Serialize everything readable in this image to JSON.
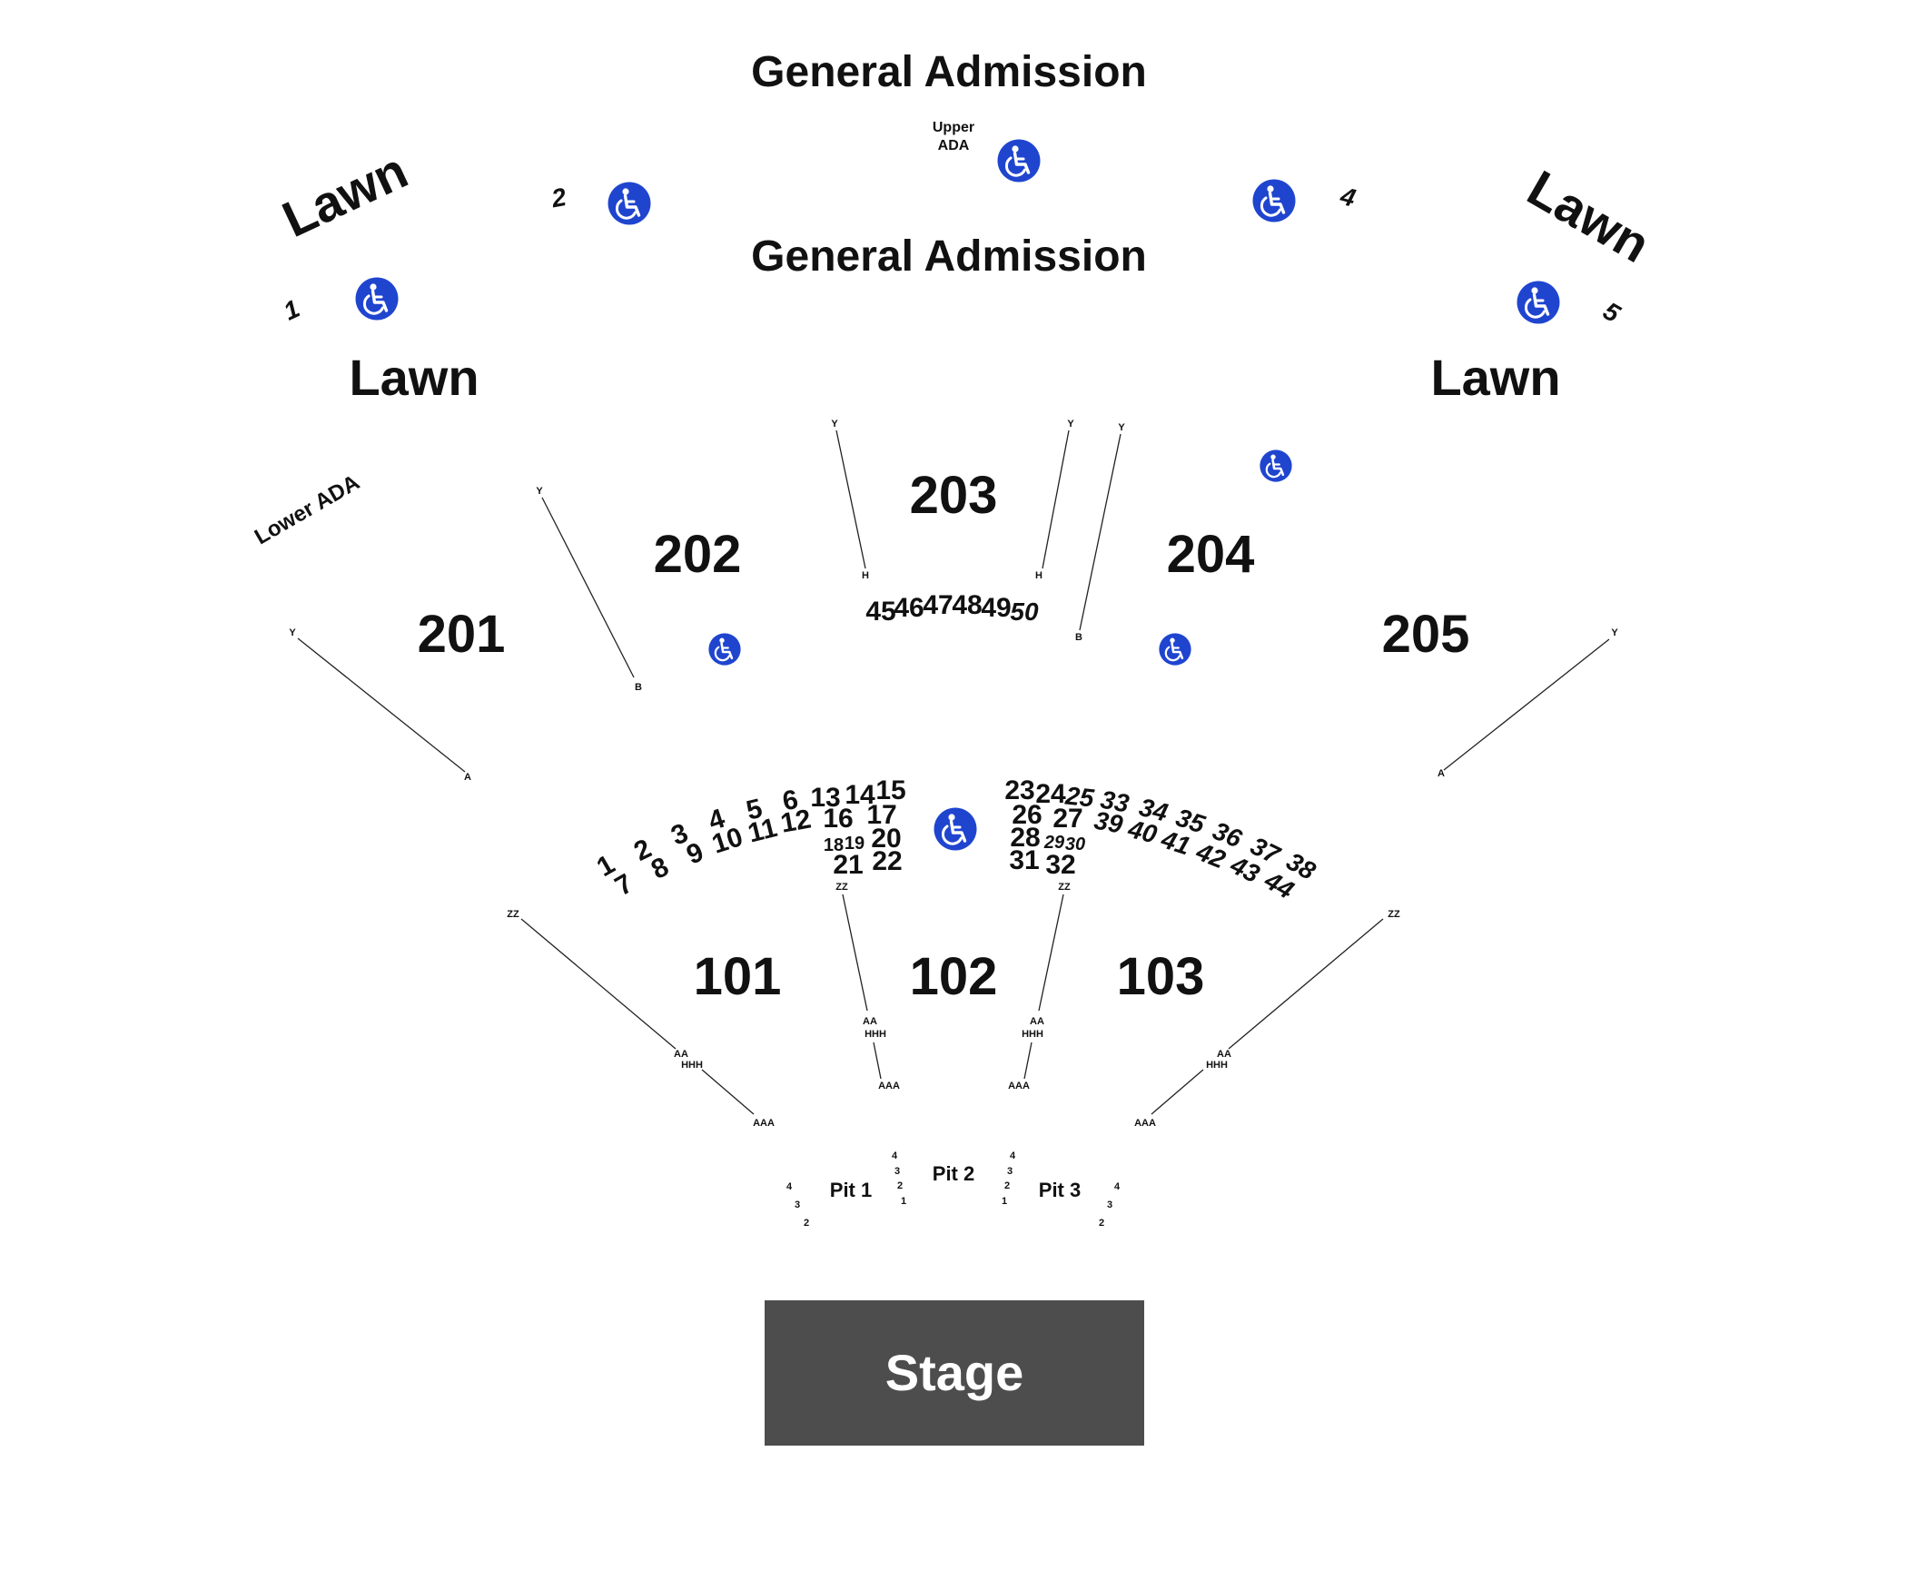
{
  "areas": {
    "general_admission_upper": "General Admission",
    "general_admission_lower": "General Admission",
    "lawn_upper_left": "Lawn",
    "lawn_upper_right": "Lawn",
    "lawn_lower_left": "Lawn",
    "lawn_lower_right": "Lawn",
    "upper_ada": [
      "Upper",
      "ADA"
    ],
    "lower_ada": "Lower ADA",
    "stage": "Stage"
  },
  "lawn_sections": [
    "1",
    "2",
    "4",
    "5"
  ],
  "sections": {
    "s201": "201",
    "s202": "202",
    "s203": "203",
    "s204": "204",
    "s205": "205",
    "s101": "101",
    "s102": "102",
    "s103": "103"
  },
  "boxes_200": [
    "45",
    "46",
    "47",
    "48",
    "49",
    "50"
  ],
  "boxes_100": [
    "1",
    "2",
    "3",
    "4",
    "5",
    "6",
    "7",
    "8",
    "9",
    "10",
    "11",
    "12",
    "13",
    "14",
    "15",
    "16",
    "17",
    "18",
    "19",
    "20",
    "21",
    "22",
    "23",
    "24",
    "25",
    "26",
    "27",
    "28",
    "29",
    "30",
    "31",
    "32",
    "33",
    "34",
    "35",
    "36",
    "37",
    "38",
    "39",
    "40",
    "41",
    "42",
    "43",
    "44"
  ],
  "row_markers": {
    "y": "Y",
    "h": "H",
    "b": "B",
    "a": "A",
    "zz": "ZZ",
    "aa": "AA",
    "hhh": "HHH",
    "aaa": "AAA"
  },
  "pits": {
    "pit1": "Pit 1",
    "pit2": "Pit 2",
    "pit3": "Pit 3",
    "pit1_rows": [
      "4",
      "3",
      "2"
    ],
    "pit2_left_rows": [
      "4",
      "3",
      "2",
      "1"
    ],
    "pit2_right_rows": [
      "4",
      "3",
      "2",
      "1"
    ],
    "pit3_rows": [
      "4",
      "3",
      "2"
    ]
  },
  "accessibility_icon": "wheelchair-icon",
  "colors": {
    "ada_blue": "#1f45cf",
    "stage_fill": "#4d4d4d",
    "text": "#111111"
  }
}
